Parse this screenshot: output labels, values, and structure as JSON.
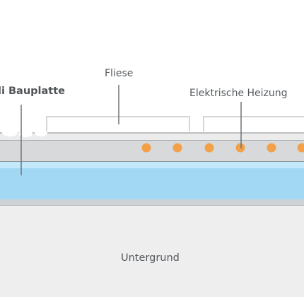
{
  "labels": {
    "bauplatte": "li Bauplatte",
    "fliese": "Fliese",
    "heizung": "Elektrische Heizung",
    "untergrund": "Untergrund"
  },
  "colors": {
    "tile_top": "#eceded",
    "tile_edge": "#a9adb1",
    "heating_layer": "#d9dadb",
    "heating_dot": "#f0a04a",
    "board_blue": "#9fd6f2",
    "board_light": "#bfe6f8",
    "substrate": "#eeeeef",
    "line": "#777b80"
  }
}
